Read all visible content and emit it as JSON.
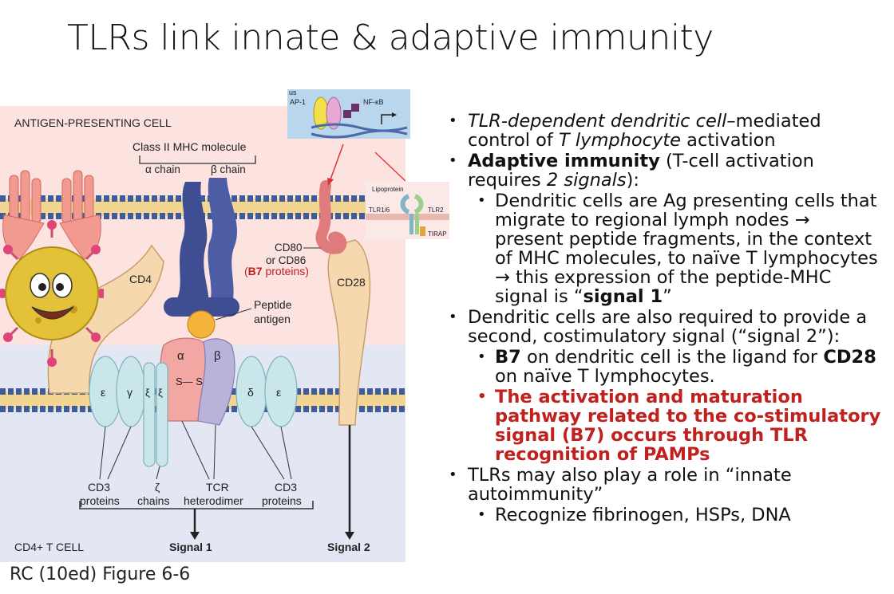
{
  "slide": {
    "title": "TLRs link innate & adaptive immunity",
    "caption": "RC (10ed) Figure 6-6"
  },
  "figure": {
    "apc_label": "ANTIGEN-PRESENTING CELL",
    "tcell_label": "CD4+ T CELL",
    "mhc_label": "Class II MHC molecule",
    "alpha_chain": "α chain",
    "beta_chain": "β chain",
    "cd4": "CD4",
    "cd80": "CD80",
    "cd86": "or CD86",
    "b7_prefix": "(",
    "b7_bold": "B7",
    "b7_suffix": " proteins)",
    "cd28": "CD28",
    "peptide1": "Peptide",
    "peptide2": "antigen",
    "tcr_alpha": "α",
    "tcr_beta": "β",
    "disulfide": "S— S",
    "epsilon": "ε",
    "gamma": "γ",
    "zeta": "ξ",
    "delta": "δ",
    "cd3_left": [
      "CD3",
      "proteins"
    ],
    "zeta_label": [
      "ζ",
      "chains"
    ],
    "tcr_label": [
      "TCR",
      "heterodimer"
    ],
    "cd3_right": [
      "CD3",
      "proteins"
    ],
    "signal1": "Signal 1",
    "signal2": "Signal 2",
    "insetA": {
      "ap1": "AP-1",
      "nfkb": "NF-κB",
      "us": "us"
    },
    "insetB": {
      "lipoprotein": "Lipoprotein",
      "tlr16": "TLR1/6",
      "tlr2": "TLR2",
      "tirap": "TIRAP"
    }
  },
  "bullets": {
    "b1_i1": "TLR-dependent dendritic cell",
    "b1_t1": "–mediated control of ",
    "b1_i2": "T lymphocyte",
    "b1_t2": " activation",
    "b2_bold": "Adaptive immunity",
    "b2_t1": " (T-cell activation requires ",
    "b2_i1": "2 signals",
    "b2_t2": "):",
    "b2a_t": "Dendritic cells are Ag presenting cells that migrate to regional lymph nodes → present peptide fragments, in the context of MHC molecules, to naïve T lymphocytes → this expression of the peptide-MHC signal is “",
    "b2a_bold": "signal 1",
    "b2a_end": "”",
    "b3_t": "Dendritic cells are also required to provide a second, costimulatory signal (“signal 2”):",
    "b3a_b1": "B7",
    "b3a_t": " on dendritic cell is the ligand for ",
    "b3a_b2": "CD28",
    "b3a_t2": " on naïve T lymphocytes.",
    "b3b": "The activation and maturation pathway related to the co-stimulatory signal (B7) occurs through TLR recognition of PAMPs",
    "b4": "TLRs may also play a role in “innate autoimmunity”",
    "b4a": "Recognize fibrinogen, HSPs, DNA"
  },
  "colors": {
    "apc_bg": "#fde3e0",
    "tcell_bg": "#e3e6f3",
    "mhc": "#3f4e92",
    "cd4": "#f6d8ae",
    "tcr_alpha": "#f2a7a3",
    "tcr_beta": "#b9b3da",
    "cd3": "#c9e6ea",
    "peptide": "#f4b43c",
    "accent_red": "#c0201e"
  }
}
